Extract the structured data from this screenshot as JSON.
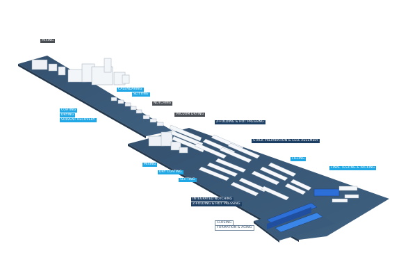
{
  "labels": {
    "mixing": "MIXING",
    "coating": "COATING",
    "drying": "DRYING",
    "solvent_recovery": "SOLVENT RECOVERY",
    "calendaring": "CALENDARING",
    "slitting_1": "SLITTING",
    "notching": "NOTCHING",
    "vacuum_drying": "VACUUM DRYING",
    "z_folding_hot_pressing": "Z-FOLDING & HOT PRESSING",
    "stack_prep_cell_assembly": "STACK PREPARATION & CELL ASSEMBLY",
    "filling": "FILLING",
    "final_testing_packing": "FINAL TESTING & PACKING",
    "mixing_2": "MIXING",
    "dry_coating": "DRY COATING",
    "slitting_2": "SLITTING",
    "integrated_notching": "INTEGRATED NOTCHING",
    "z_folding_hot_pressing_2": "Z-FOLDING & HOT PRESSING",
    "closing": "CLOSING",
    "formation_aging": "FORMATION & AGING"
  },
  "colors": {
    "floor": "#3a5775",
    "floor_edge": "#2a3f56",
    "label_dark": "#4a4f55",
    "label_blue": "#20a7e6",
    "label_navy": "#1d3f63",
    "machine": "#eef2f6",
    "accent_blue": "#2d6fd8"
  }
}
